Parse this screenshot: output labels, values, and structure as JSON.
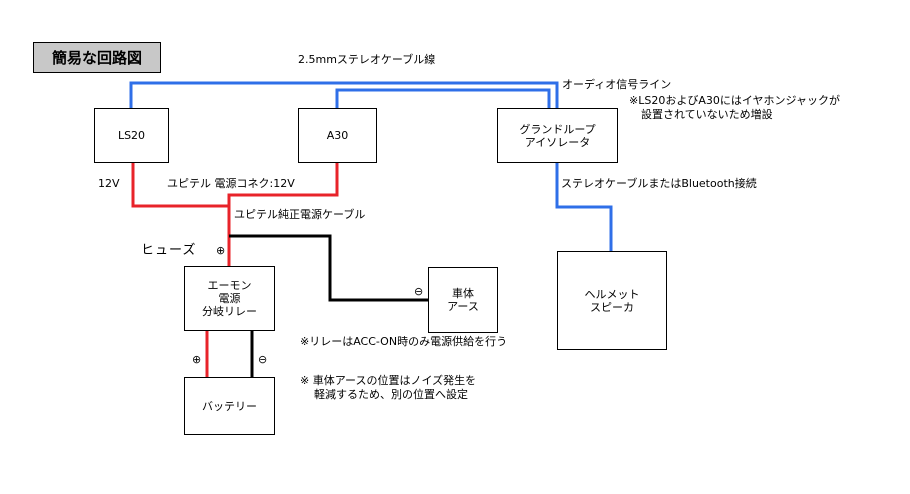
{
  "title": "簡易な回路図",
  "boxes": {
    "ls20": "LS20",
    "a30": "A30",
    "isolator": "グランドループ\nアイソレータ",
    "relay": "エーモン\n電源\n分岐リレー",
    "ground": "車体\nアース",
    "speaker": "ヘルメット\nスピーカ",
    "battery": "バッテリー"
  },
  "labels": {
    "cable_top": "2.5mmステレオケーブル線",
    "audio_line": "オーディオ信号ライン",
    "note_jack": "※LS20およびA30にはイヤホンジャックが\n設置されていないため増設",
    "v12": "12V",
    "yupiteru_conn": "ユピテル 電源コネク:12V",
    "yupiteru_cable": "ユピテル純正電源ケーブル",
    "stereo_bt": "ステレオケーブルまたはBluetooth接続",
    "fuse": "ヒューズ",
    "note_relay": "※リレーはACC-ON時のみ電源供給を行う",
    "note_ground": "※ 車体アースの位置はノイズ発生を\n軽減するため、別の位置へ設定"
  },
  "symbols": {
    "plus": "⊕",
    "minus": "⊖"
  },
  "colors": {
    "signal": "#2f6fe8",
    "power": "#e8232a",
    "ground": "#000000",
    "title_bg": "#c8c8c8"
  }
}
